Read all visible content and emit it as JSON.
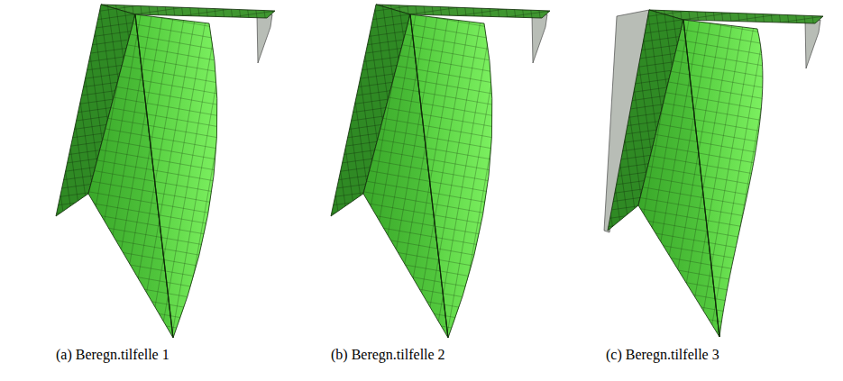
{
  "diagram": {
    "labels": [
      "(a) Beregn.tilfelle 1",
      "(b) Beregn.tilfelle 2",
      "(c) Beregn.tilfelle 3"
    ]
  }
}
